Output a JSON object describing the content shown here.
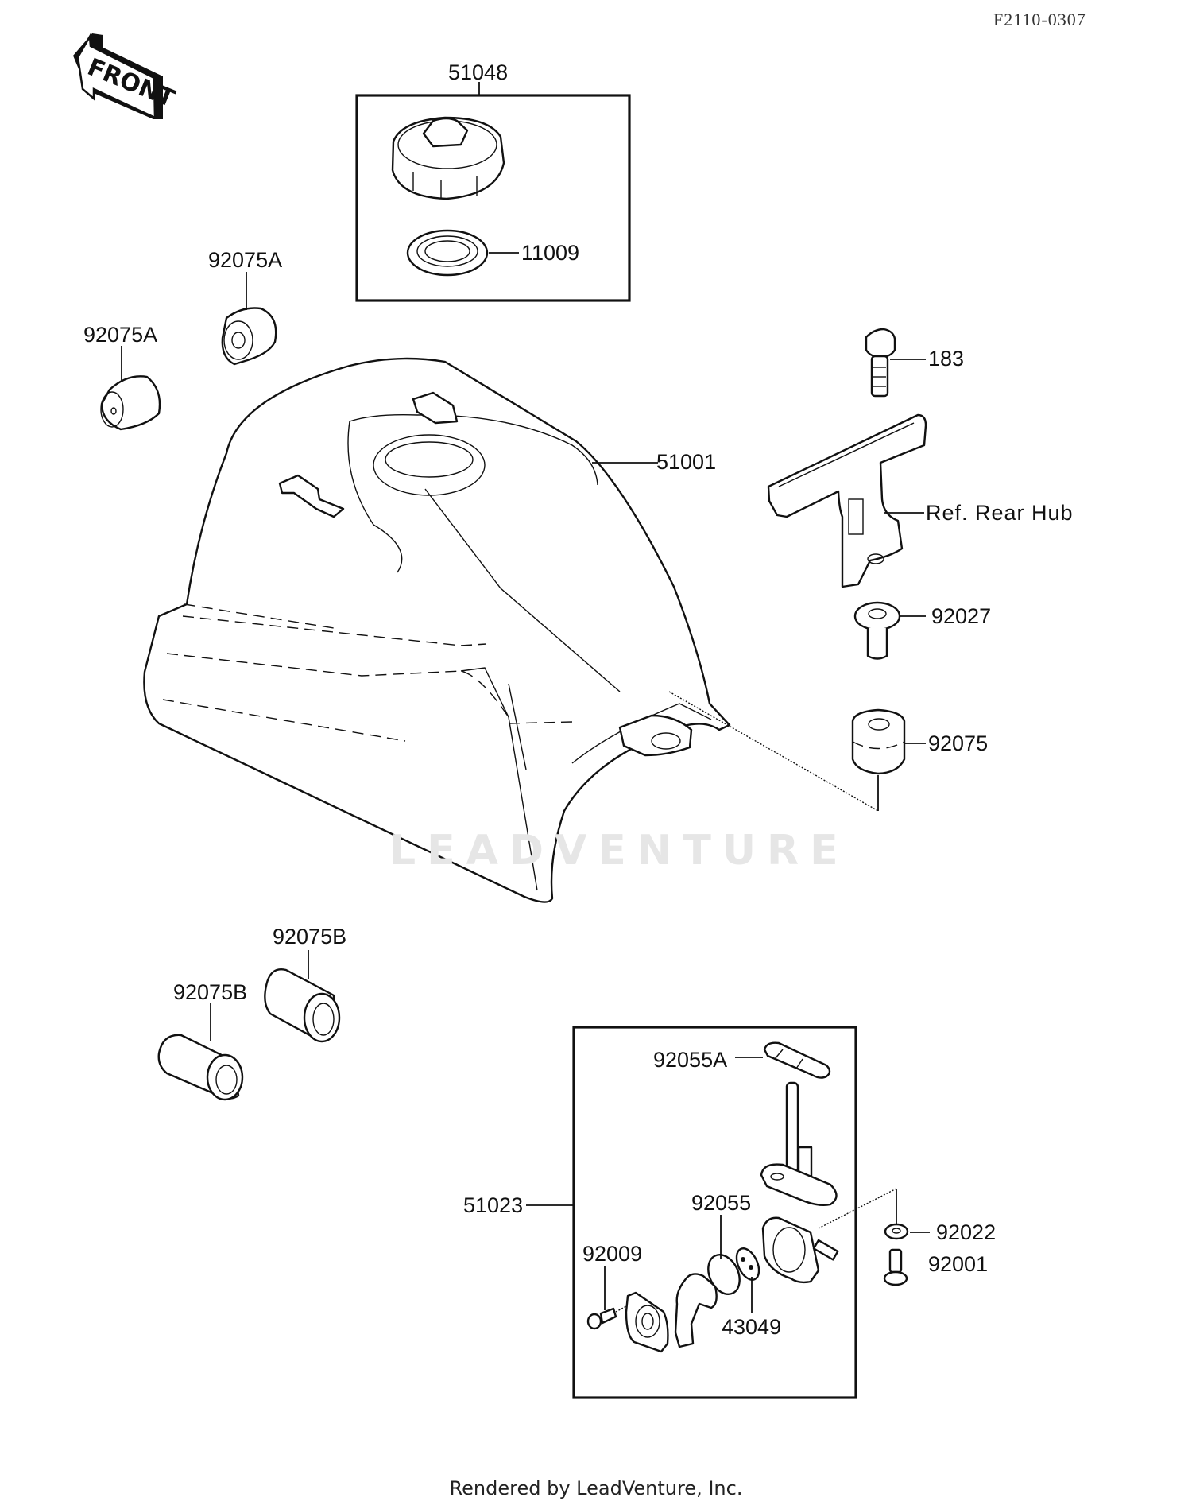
{
  "diagram": {
    "code": "F2110-0307",
    "front_arrow_label": "FRONT",
    "watermark": "LEADVENTURE",
    "footer": "Rendered by LeadVenture, Inc."
  },
  "parts": {
    "p51048": "51048",
    "p11009": "11009",
    "p92075A_a": "92075A",
    "p92075A_b": "92075A",
    "p183": "183",
    "p51001": "51001",
    "ref_rear_hub": "Ref. Rear Hub",
    "p92027": "92027",
    "p92075": "92075",
    "p92075B_a": "92075B",
    "p92075B_b": "92075B",
    "p92055A": "92055A",
    "p51023": "51023",
    "p92055": "92055",
    "p92022": "92022",
    "p92009": "92009",
    "p92001": "92001",
    "p43049": "43049"
  }
}
